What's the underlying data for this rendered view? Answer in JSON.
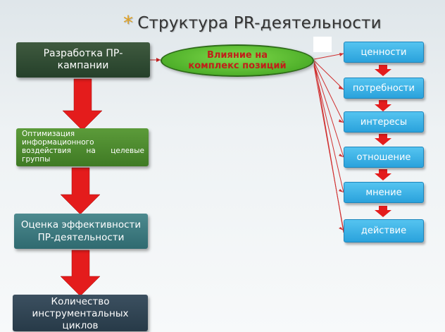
{
  "title": {
    "star": "*",
    "text": "Структура PR-деятельности"
  },
  "left_boxes": [
    {
      "text": "Разработка ПР-\nкампании"
    },
    {
      "text": "Оптимизация информационного воздействия на целевые группы"
    },
    {
      "text": "Оценка эффективности ПР-деятельности"
    },
    {
      "text": "Количество инструментальных циклов"
    }
  ],
  "center": {
    "text": "Влияние на комплекс позиций"
  },
  "right_boxes": [
    "ценности",
    "потребности",
    "интересы",
    "отношение",
    "мнение",
    "действие"
  ],
  "colors": {
    "arrow": "#e01818",
    "connector": "#c02020",
    "right_box": "#2aa2dc",
    "oval": "#4fb02a"
  }
}
